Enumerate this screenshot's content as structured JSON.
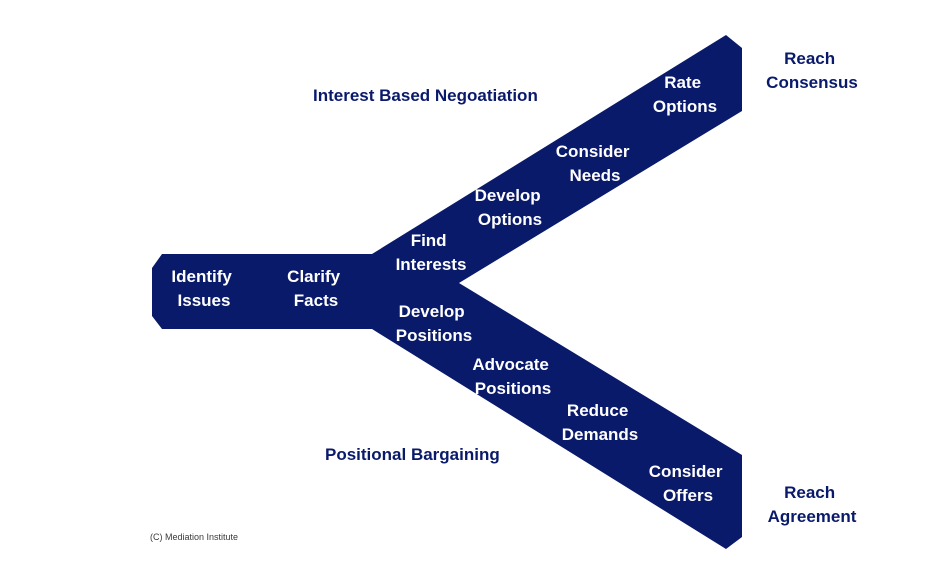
{
  "colors": {
    "shape": "#0a1a6b",
    "inside_text": "#ffffff",
    "outside_text": "#0a1a6b"
  },
  "branches": {
    "upper_title": "Interest Based Negoatiation",
    "lower_title": "Positional Bargaining"
  },
  "stem": {
    "steps": [
      {
        "line1": "Identify",
        "line2": "Issues"
      },
      {
        "line1": "Clarify",
        "line2": "Facts"
      }
    ]
  },
  "upper": {
    "steps": [
      {
        "line1": "Find",
        "line2": "Interests"
      },
      {
        "line1": "Develop",
        "line2": "Options"
      },
      {
        "line1": "Consider",
        "line2": "Needs"
      },
      {
        "line1": "Rate",
        "line2": "Options"
      }
    ],
    "outcome": {
      "line1": "Reach",
      "line2": "Consensus"
    }
  },
  "lower": {
    "steps": [
      {
        "line1": "Develop",
        "line2": "Positions"
      },
      {
        "line1": "Advocate",
        "line2": "Positions"
      },
      {
        "line1": "Reduce",
        "line2": "Demands"
      },
      {
        "line1": "Consider",
        "line2": "Offers"
      }
    ],
    "outcome": {
      "line1": "Reach",
      "line2": "Agreement"
    }
  },
  "footer": {
    "copyright": "(C) Mediation Institute"
  }
}
